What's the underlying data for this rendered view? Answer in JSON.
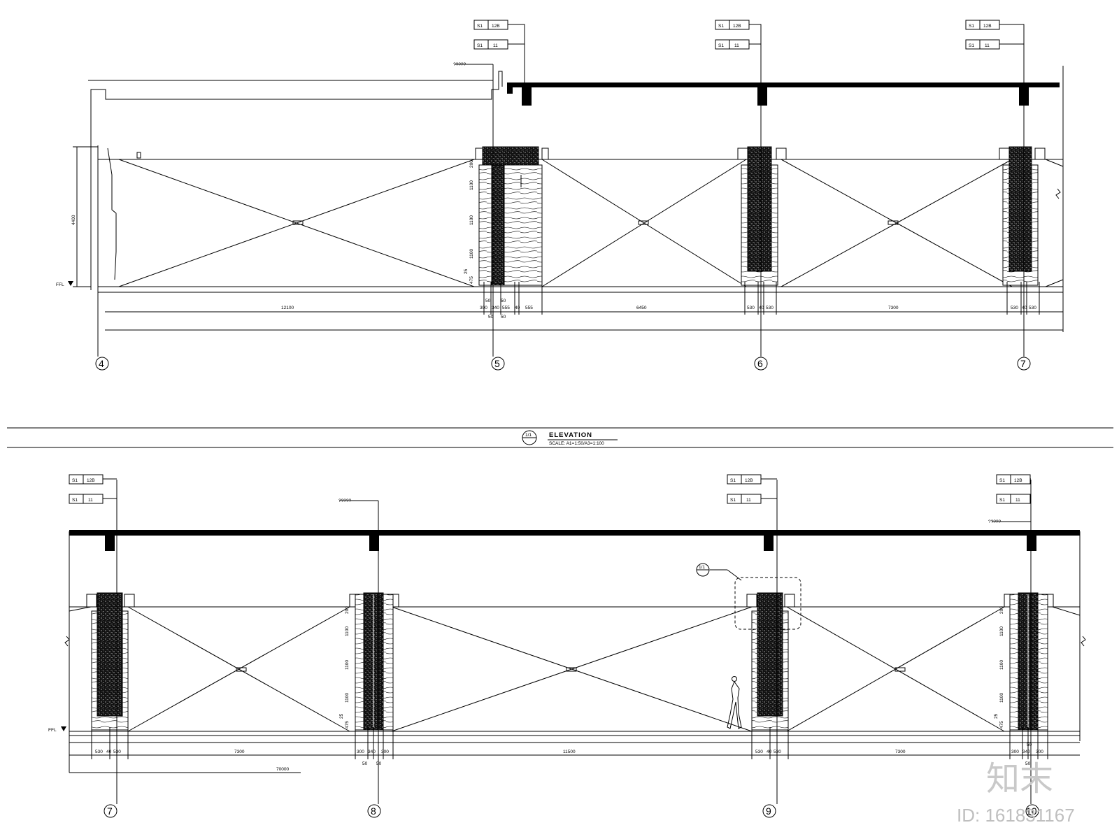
{
  "drawing": {
    "title": "ELEVATION",
    "scale": "SCALE: A1=1:50/A3=1:100",
    "ref_marker": "1/1",
    "ffl_label": "FFL",
    "height_dim": "4400",
    "unknown_note": "?????",
    "callout_ref": "1/1"
  },
  "tags": {
    "row1": [
      "S1",
      "12B"
    ],
    "row2": [
      "S1",
      "11"
    ]
  },
  "top_elevation": {
    "grids": [
      "4",
      "5",
      "6",
      "7"
    ],
    "dims_main": [
      "12100",
      "300",
      "340",
      "555",
      "40",
      "555",
      "6450",
      "530",
      "40",
      "530",
      "7300",
      "530",
      "40",
      "530"
    ],
    "dims_small": [
      "50",
      "50",
      "50",
      "50"
    ],
    "vertical_dims": [
      "200",
      "1100",
      "1100",
      "1100",
      "25",
      "475"
    ]
  },
  "bottom_elevation": {
    "grids": [
      "7",
      "8",
      "9",
      "10"
    ],
    "dims_main": [
      "530",
      "40",
      "530",
      "7300",
      "300",
      "340",
      "300",
      "11500",
      "530",
      "40",
      "530",
      "7300",
      "300",
      "340",
      "300"
    ],
    "dims_small": [
      "50",
      "50",
      "50",
      "50"
    ],
    "total_dim": "70000",
    "vertical_dims": [
      "200",
      "1100",
      "1100",
      "1100",
      "25",
      "475"
    ]
  },
  "watermark": {
    "brand": "知末",
    "id": "ID: 161831167"
  }
}
